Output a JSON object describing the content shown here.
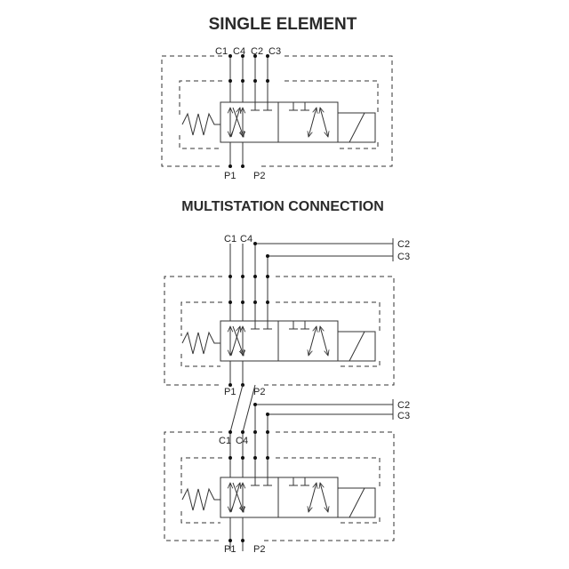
{
  "titles": {
    "single": "SINGLE ELEMENT",
    "multi": "MULTISTATION CONNECTION"
  },
  "ports": {
    "c1": "C1",
    "c4": "C4",
    "c2": "C2",
    "c3": "C3",
    "p1": "P1",
    "p2": "P2"
  }
}
